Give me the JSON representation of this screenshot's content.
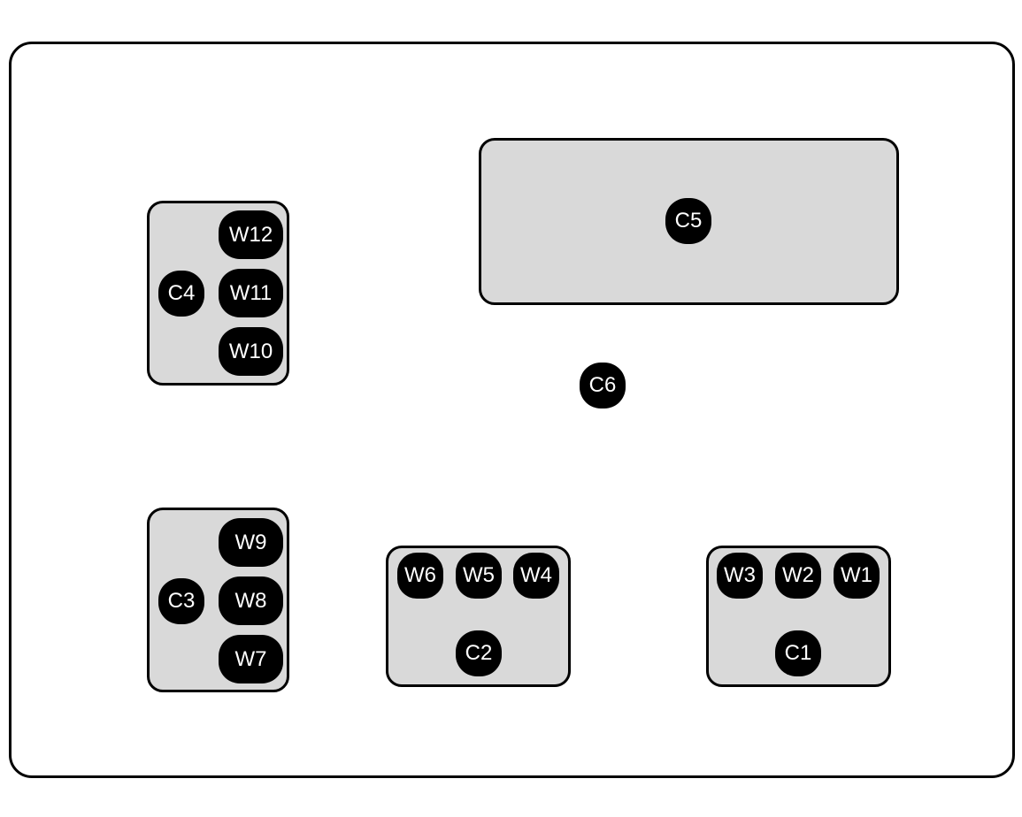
{
  "layout": {
    "groups": [
      {
        "id": "c5-zone",
        "items": [
          {
            "label": "C5",
            "kind": "C"
          }
        ]
      },
      {
        "id": "c4-group",
        "items": [
          {
            "label": "C4",
            "kind": "C"
          },
          {
            "label": "W12",
            "kind": "W"
          },
          {
            "label": "W11",
            "kind": "W"
          },
          {
            "label": "W10",
            "kind": "W"
          }
        ]
      },
      {
        "id": "c3-group",
        "items": [
          {
            "label": "C3",
            "kind": "C"
          },
          {
            "label": "W9",
            "kind": "W"
          },
          {
            "label": "W8",
            "kind": "W"
          },
          {
            "label": "W7",
            "kind": "W"
          }
        ]
      },
      {
        "id": "c2-group",
        "items": [
          {
            "label": "W6",
            "kind": "W"
          },
          {
            "label": "W5",
            "kind": "W"
          },
          {
            "label": "W4",
            "kind": "W"
          },
          {
            "label": "C2",
            "kind": "C"
          }
        ]
      },
      {
        "id": "c1-group",
        "items": [
          {
            "label": "W3",
            "kind": "W"
          },
          {
            "label": "W2",
            "kind": "W"
          },
          {
            "label": "W1",
            "kind": "W"
          },
          {
            "label": "C1",
            "kind": "C"
          }
        ]
      }
    ],
    "standalone": [
      {
        "label": "C6",
        "kind": "C"
      }
    ]
  },
  "colors": {
    "group_fill": "#d9d9d9",
    "node_fill": "#000000",
    "node_text": "#ffffff",
    "border": "#000000"
  }
}
